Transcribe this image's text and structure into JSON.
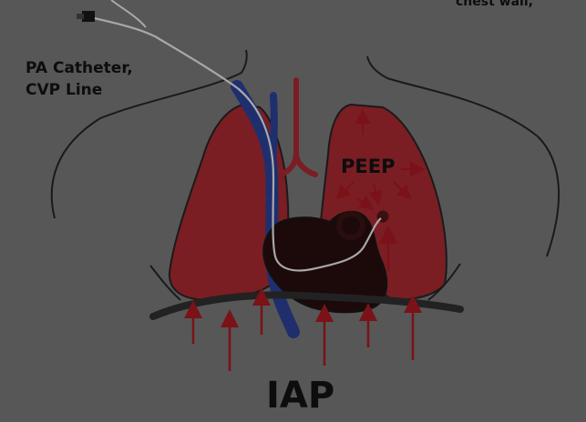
{
  "labels": {
    "catheter_line1": "PA Catheter,",
    "catheter_line2": "CVP Line",
    "peep": "PEEP",
    "iap": "IAP",
    "top_right_fragment": "chest wall,"
  },
  "colors": {
    "background": "#575757",
    "lung": "#7a1e23",
    "outline": "#1a1a1a",
    "heart": "#1c0a0a",
    "vena_cava": "#1f2f6e",
    "aorta": "#7a1e23",
    "arrow": "#7a1218",
    "catheter": "#a8a8a8",
    "diaphragm": "#222222"
  }
}
